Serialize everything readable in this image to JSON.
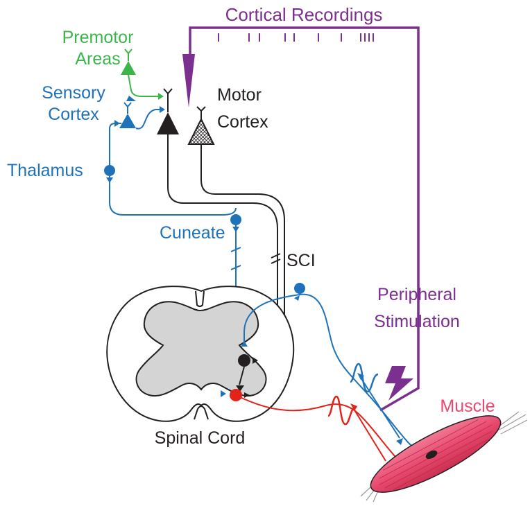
{
  "labels": {
    "cortical_recordings": "Cortical Recordings",
    "premotor_line1": "Premotor",
    "premotor_line2": "Areas",
    "sensory_line1": "Sensory",
    "sensory_line2": "Cortex",
    "motor_line1": "Motor",
    "motor_line2": "Cortex",
    "thalamus": "Thalamus",
    "cuneate": "Cuneate",
    "sci": "SCI",
    "peripheral_line1": "Peripheral",
    "peripheral_line2": "Stimulation",
    "spinal_cord": "Spinal Cord",
    "muscle": "Muscle"
  },
  "colors": {
    "recording_purple": "#7b2f8e",
    "sensory_blue": "#1f72b8",
    "premotor_green": "#3cb54a",
    "motor_black": "#231f20",
    "efferent_red": "#e2231a",
    "muscle_pink": "#e84a6f",
    "gray_matter": "#d4d4d4"
  },
  "icons": {
    "stimulation": "lightning-bolt-icon",
    "electrode": "recording-electrode-icon"
  }
}
